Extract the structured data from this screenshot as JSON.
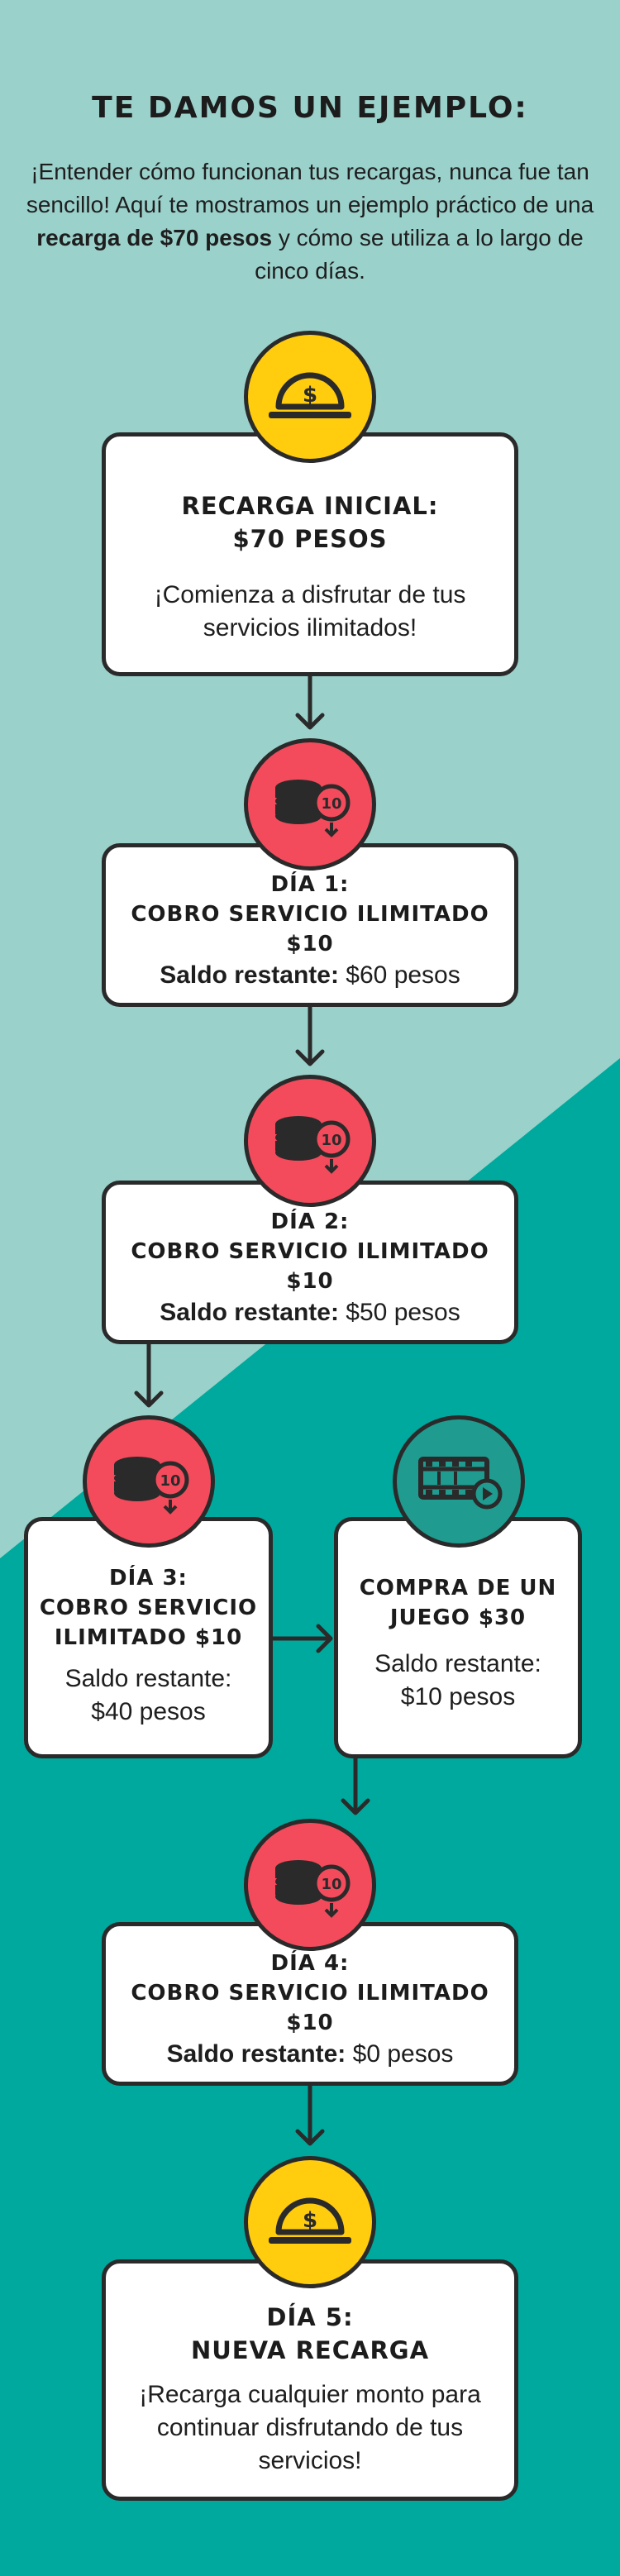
{
  "header": {
    "title": "Te damos un ejemplo:",
    "intro_line1": "¡Entender cómo funcionan tus recargas, nunca fue tan sencillo! Aquí te mostramos un ejemplo práctico de una ",
    "intro_bold": "recarga de $70 pesos",
    "intro_line2": " y cómo se utiliza a lo largo de cinco días."
  },
  "steps": {
    "initial": {
      "title_line1": "Recarga inicial:",
      "title_line2": "$70 pesos",
      "text": "¡Comienza a disfrutar de tus servicios ilimitados!"
    },
    "day1": {
      "title_line1": "Día 1:",
      "title_line2": "Cobro servicio ilimitado $10",
      "balance_label": "Saldo restante:",
      "balance_value": " $60 pesos"
    },
    "day2": {
      "title_line1": "Día 2:",
      "title_line2": "Cobro servicio ilimitado $10",
      "balance_label": "Saldo restante:",
      "balance_value": " $50 pesos"
    },
    "day3": {
      "title_line1": "Día 3:",
      "title_line2": "Cobro servicio",
      "title_line3": "ilimitado $10",
      "balance_label": "Saldo restante:",
      "balance_value": "$40 pesos"
    },
    "game": {
      "title_line1": "Compra de un",
      "title_line2": "juego $30",
      "balance_label": "Saldo restante:",
      "balance_value": "$10 pesos"
    },
    "day4": {
      "title_line1": "Día 4:",
      "title_line2": "Cobro servicio ilimitado $10",
      "balance_label": "Saldo restante:",
      "balance_value": " $0 pesos"
    },
    "day5": {
      "title_line1": "Día 5:",
      "title_line2": "Nueva recarga",
      "text": "¡Recarga cualquier monto para continuar disfrutando de tus servicios!"
    }
  },
  "icons": {
    "coin_amount": "10",
    "dollar": "$"
  },
  "colors": {
    "bg_light": "#9bd1cb",
    "bg_dark": "#00a99d",
    "yellow": "#ffcc0e",
    "red": "#f34b5c",
    "teal": "#1f9b8f",
    "outline": "#2a2a2a"
  }
}
